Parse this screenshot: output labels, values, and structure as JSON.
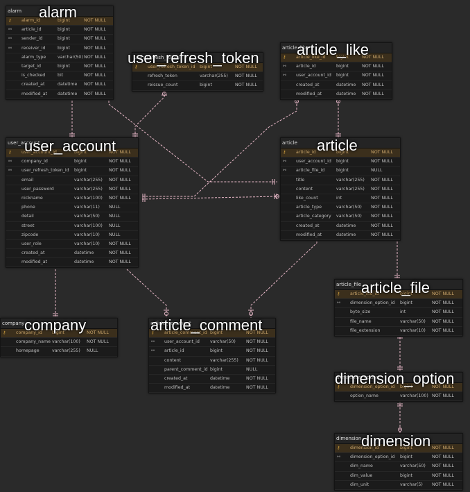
{
  "tables": [
    {
      "id": "alarm",
      "header": "alarm",
      "label": "alarm",
      "rows": [
        [
          "key",
          "alarm_id",
          "bigint",
          "NOT NULL"
        ],
        [
          "fk",
          "article_id",
          "bigint",
          "NOT NULL"
        ],
        [
          "fk",
          "sender_id",
          "bigint",
          "NOT NULL"
        ],
        [
          "fk",
          "receiver_id",
          "bigint",
          "NOT NULL"
        ],
        [
          "",
          "alarm_type",
          "varchar(50)",
          "NOT NULL"
        ],
        [
          "",
          "target_id",
          "bigint",
          "NOT NULL"
        ],
        [
          "",
          "is_checked",
          "bit",
          "NOT NULL"
        ],
        [
          "",
          "created_at",
          "datetime",
          "NOT NULL"
        ],
        [
          "",
          "modified_at",
          "datetime",
          "NOT NULL"
        ]
      ]
    },
    {
      "id": "user_refresh_token",
      "header": "user_refresh_token",
      "label": "user_refresh_token",
      "rows": [
        [
          "key",
          "user_refresh_token_id",
          "bigint",
          "NOT NULL"
        ],
        [
          "",
          "refresh_token",
          "varchar(255)",
          "NOT NULL"
        ],
        [
          "",
          "reissue_count",
          "bigint",
          "NOT NULL"
        ]
      ]
    },
    {
      "id": "article_like",
      "header": "article_like",
      "label": "article_like",
      "rows": [
        [
          "key",
          "article_like_id",
          "bigint",
          "NOT NULL"
        ],
        [
          "fk",
          "article_id",
          "bigint",
          "NOT NULL"
        ],
        [
          "fk",
          "user_account_id",
          "bigint",
          "NOT NULL"
        ],
        [
          "",
          "created_at",
          "datetime",
          "NOT NULL"
        ],
        [
          "",
          "modified_at",
          "datetime",
          "NOT NULL"
        ]
      ]
    },
    {
      "id": "user_account",
      "header": "user_account",
      "label": "user_account",
      "rows": [
        [
          "key",
          "user_account_id",
          "bigint",
          "NOT NULL"
        ],
        [
          "fk",
          "company_id",
          "bigint",
          "NOT NULL"
        ],
        [
          "fk",
          "user_refresh_token_id",
          "bigint",
          "NOT NULL"
        ],
        [
          "",
          "email",
          "varchar(255)",
          "NOT NULL"
        ],
        [
          "",
          "user_password",
          "varchar(255)",
          "NOT NULL"
        ],
        [
          "",
          "nickname",
          "varchar(100)",
          "NOT NULL"
        ],
        [
          "",
          "phone",
          "varchar(11)",
          "NULL"
        ],
        [
          "",
          "detail",
          "varchar(50)",
          "NULL"
        ],
        [
          "",
          "street",
          "varchar(100)",
          "NULL"
        ],
        [
          "",
          "zipcode",
          "varchar(10)",
          "NULL"
        ],
        [
          "",
          "user_role",
          "varchar(10)",
          "NOT NULL"
        ],
        [
          "",
          "created_at",
          "datetime",
          "NOT NULL"
        ],
        [
          "",
          "modified_at",
          "datetime",
          "NOT NULL"
        ]
      ]
    },
    {
      "id": "article",
      "header": "article",
      "label": "article",
      "rows": [
        [
          "key",
          "article_id",
          "bigint",
          "NOT NULL"
        ],
        [
          "fk",
          "user_account_id",
          "bigint",
          "NOT NULL"
        ],
        [
          "fk",
          "article_file_id",
          "bigint",
          "NULL"
        ],
        [
          "",
          "title",
          "varchar(255)",
          "NOT NULL"
        ],
        [
          "",
          "content",
          "varchar(255)",
          "NOT NULL"
        ],
        [
          "",
          "like_count",
          "int",
          "NOT NULL"
        ],
        [
          "",
          "article_type",
          "varchar(50)",
          "NOT NULL"
        ],
        [
          "",
          "article_category",
          "varchar(50)",
          "NOT NULL"
        ],
        [
          "",
          "created_at",
          "datetime",
          "NOT NULL"
        ],
        [
          "",
          "modified_at",
          "datetime",
          "NOT NULL"
        ]
      ]
    },
    {
      "id": "article_file",
      "header": "article_file",
      "label": "article_file",
      "rows": [
        [
          "key",
          "article_file_id",
          "bigint",
          "NOT NULL"
        ],
        [
          "fk",
          "dimension_option_id",
          "bigint",
          "NOT NULL"
        ],
        [
          "",
          "byte_size",
          "int",
          "NOT NULL"
        ],
        [
          "",
          "file_name",
          "varchar(50)",
          "NOT NULL"
        ],
        [
          "",
          "file_extension",
          "varchar(10)",
          "NOT NULL"
        ]
      ]
    },
    {
      "id": "company",
      "header": "company",
      "label": "company",
      "rows": [
        [
          "key",
          "company_id",
          "bigint",
          "NOT NULL"
        ],
        [
          "",
          "company_name",
          "varchar(100)",
          "NOT NULL"
        ],
        [
          "",
          "homepage",
          "varchar(255)",
          "NULL"
        ]
      ]
    },
    {
      "id": "article_comment",
      "header": "article_comment",
      "label": "article_comment",
      "rows": [
        [
          "key",
          "article_comment_id",
          "bigint",
          "NOT NULL"
        ],
        [
          "fk",
          "user_account_id",
          "varchar(50)",
          "NOT NULL"
        ],
        [
          "fk",
          "article_id",
          "bigint",
          "NOT NULL"
        ],
        [
          "",
          "content",
          "varchar(255)",
          "NOT NULL"
        ],
        [
          "",
          "parent_comment_id",
          "bigint",
          "NULL"
        ],
        [
          "",
          "created_at",
          "datetime",
          "NOT NULL"
        ],
        [
          "",
          "modified_at",
          "datetime",
          "NOT NULL"
        ]
      ]
    },
    {
      "id": "dimension_option",
      "header": "dimension_option",
      "label": "dimension_option",
      "rows": [
        [
          "key",
          "dimension_option_id",
          "bigint",
          "NOT NULL"
        ],
        [
          "",
          "option_name",
          "varchar(100)",
          "NOT NULL"
        ]
      ]
    },
    {
      "id": "dimension",
      "header": "dimension",
      "label": "dimension",
      "rows": [
        [
          "key",
          "dimension_id",
          "bigint",
          "NOT NULL"
        ],
        [
          "fk",
          "dimension_option_id",
          "bigint",
          "NOT NULL"
        ],
        [
          "",
          "dim_name",
          "varchar(50)",
          "NOT NULL"
        ],
        [
          "",
          "dim_value",
          "bigint",
          "NOT NULL"
        ],
        [
          "",
          "dim_unit",
          "varchar(5)",
          "NOT NULL"
        ]
      ]
    }
  ],
  "relationships": [
    {
      "from": "alarm",
      "to": "user_account"
    },
    {
      "from": "alarm",
      "to": "article"
    },
    {
      "from": "user_refresh_token",
      "to": "user_account"
    },
    {
      "from": "article_like",
      "to": "user_account"
    },
    {
      "from": "article_like",
      "to": "article"
    },
    {
      "from": "user_account",
      "to": "article"
    },
    {
      "from": "user_account",
      "to": "company"
    },
    {
      "from": "user_account",
      "to": "article_comment"
    },
    {
      "from": "article",
      "to": "article_comment"
    },
    {
      "from": "article",
      "to": "article_file"
    },
    {
      "from": "article_file",
      "to": "dimension_option"
    },
    {
      "from": "dimension_option",
      "to": "dimension"
    }
  ],
  "colors": {
    "link": "#e8b8c8",
    "pk_row": "#3b2f1c",
    "key_icon": "#d0a040",
    "table_bg": "#1b1b1b",
    "canvas": "#2a2a2a"
  }
}
